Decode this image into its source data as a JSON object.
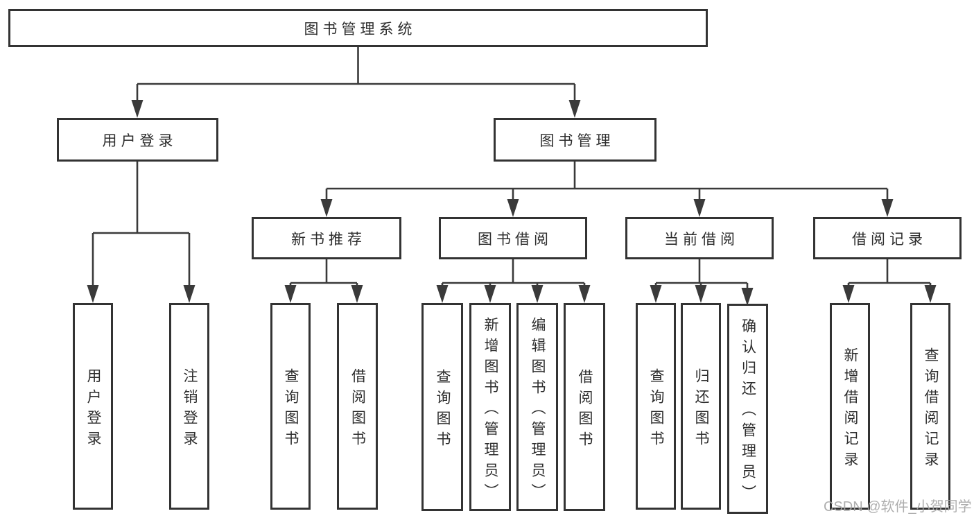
{
  "diagram": {
    "root": {
      "label": "图书管理系统"
    },
    "branches": [
      {
        "label": "用户登录",
        "children": [
          {
            "label": "用户登录"
          },
          {
            "label": "注销登录"
          }
        ]
      },
      {
        "label": "图书管理",
        "children": [
          {
            "label": "新书推荐",
            "children": [
              {
                "label": "查询图书"
              },
              {
                "label": "借阅图书"
              }
            ]
          },
          {
            "label": "图书借阅",
            "children": [
              {
                "label": "查询图书"
              },
              {
                "label": "新增图书（管理员）"
              },
              {
                "label": "编辑图书（管理员）"
              },
              {
                "label": "借阅图书"
              }
            ]
          },
          {
            "label": "当前借阅",
            "children": [
              {
                "label": "查询图书"
              },
              {
                "label": "归还图书"
              },
              {
                "label": "确认归还（管理员）"
              }
            ]
          },
          {
            "label": "借阅记录",
            "children": [
              {
                "label": "新增借阅记录"
              },
              {
                "label": "查询借阅记录"
              }
            ]
          }
        ]
      }
    ]
  },
  "watermark": {
    "text": "CSDN @软件_小贺同学"
  },
  "colors": {
    "line": "#3a3a3a",
    "box_border": "#333333",
    "box_fill": "#ffffff",
    "text": "#2d2d2d",
    "watermark": "#a6a6a6",
    "background": "#ffffff"
  }
}
